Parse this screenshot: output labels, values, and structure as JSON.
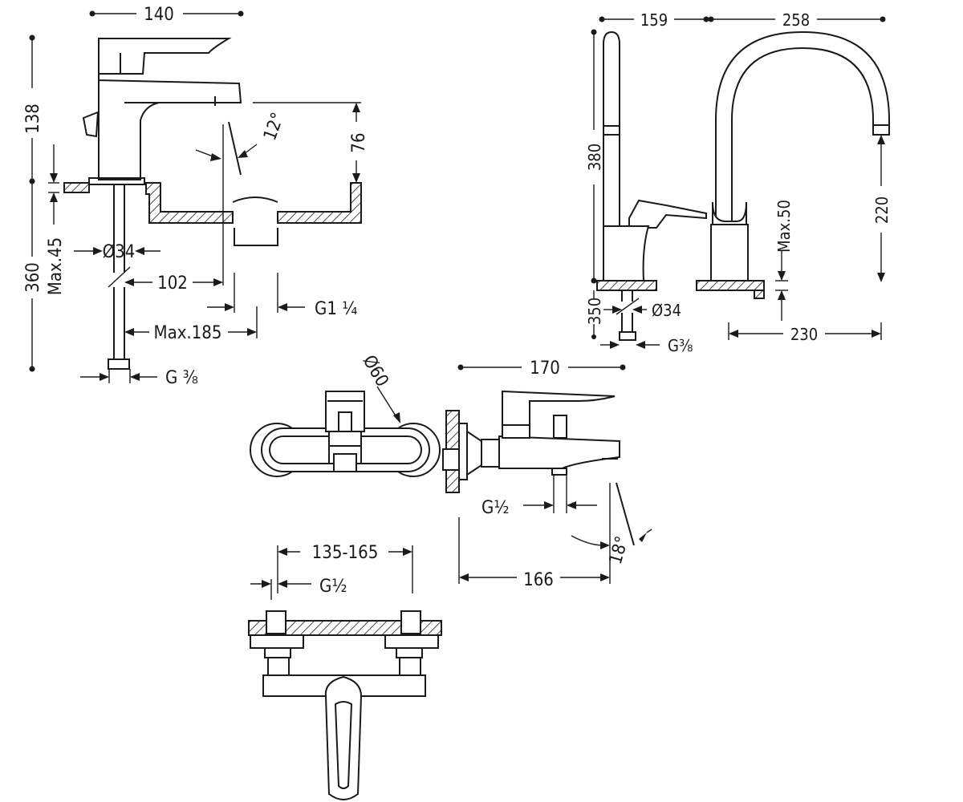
{
  "colors": {
    "line": "#1a1a1a",
    "background": "#ffffff"
  },
  "basin_mixer": {
    "width": "140",
    "height": "138",
    "total_height": "360",
    "deck_thickness_max": "Max.45",
    "hole_diameter": "Ø34",
    "angle": "12°",
    "spout_height": "76",
    "spout_reach": "102",
    "waste_thread": "G1 ¼",
    "max_reach": "Max.185",
    "supply_thread": "G ⅜"
  },
  "kitchen_mixer": {
    "depth": "159",
    "spout_reach": "258",
    "height": "380",
    "spout_clearance": "220",
    "deck_thickness_max": "Max.50",
    "hose_length": "350",
    "hole_diameter": "Ø34",
    "supply_thread": "G⅜",
    "base_offset": "230"
  },
  "bath_mixer": {
    "flange_diameter": "Ø60",
    "projection": "170",
    "outlet_thread": "G½",
    "angle": "18°",
    "spout_reach": "166",
    "centres": "135-165",
    "inlet_thread": "G½"
  }
}
